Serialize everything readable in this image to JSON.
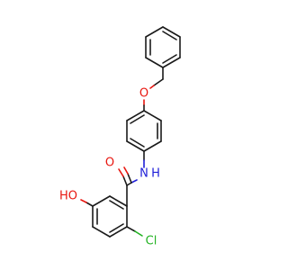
{
  "molecule": {
    "atoms": {
      "ether_oxygen": {
        "label": "O",
        "color": "#e8160f"
      },
      "amide_oxygen": {
        "label": "O",
        "color": "#e8160f"
      },
      "amide_nitrogen": {
        "label": "N",
        "color": "#2020d8"
      },
      "amide_hydrogen": {
        "label": "H",
        "color": "#2020d8"
      },
      "hydroxyl": {
        "label": "HO",
        "color": "#e8160f"
      },
      "chlorine": {
        "label": "Cl",
        "color": "#22b222"
      }
    },
    "bond_color": "#1a1a1a"
  }
}
